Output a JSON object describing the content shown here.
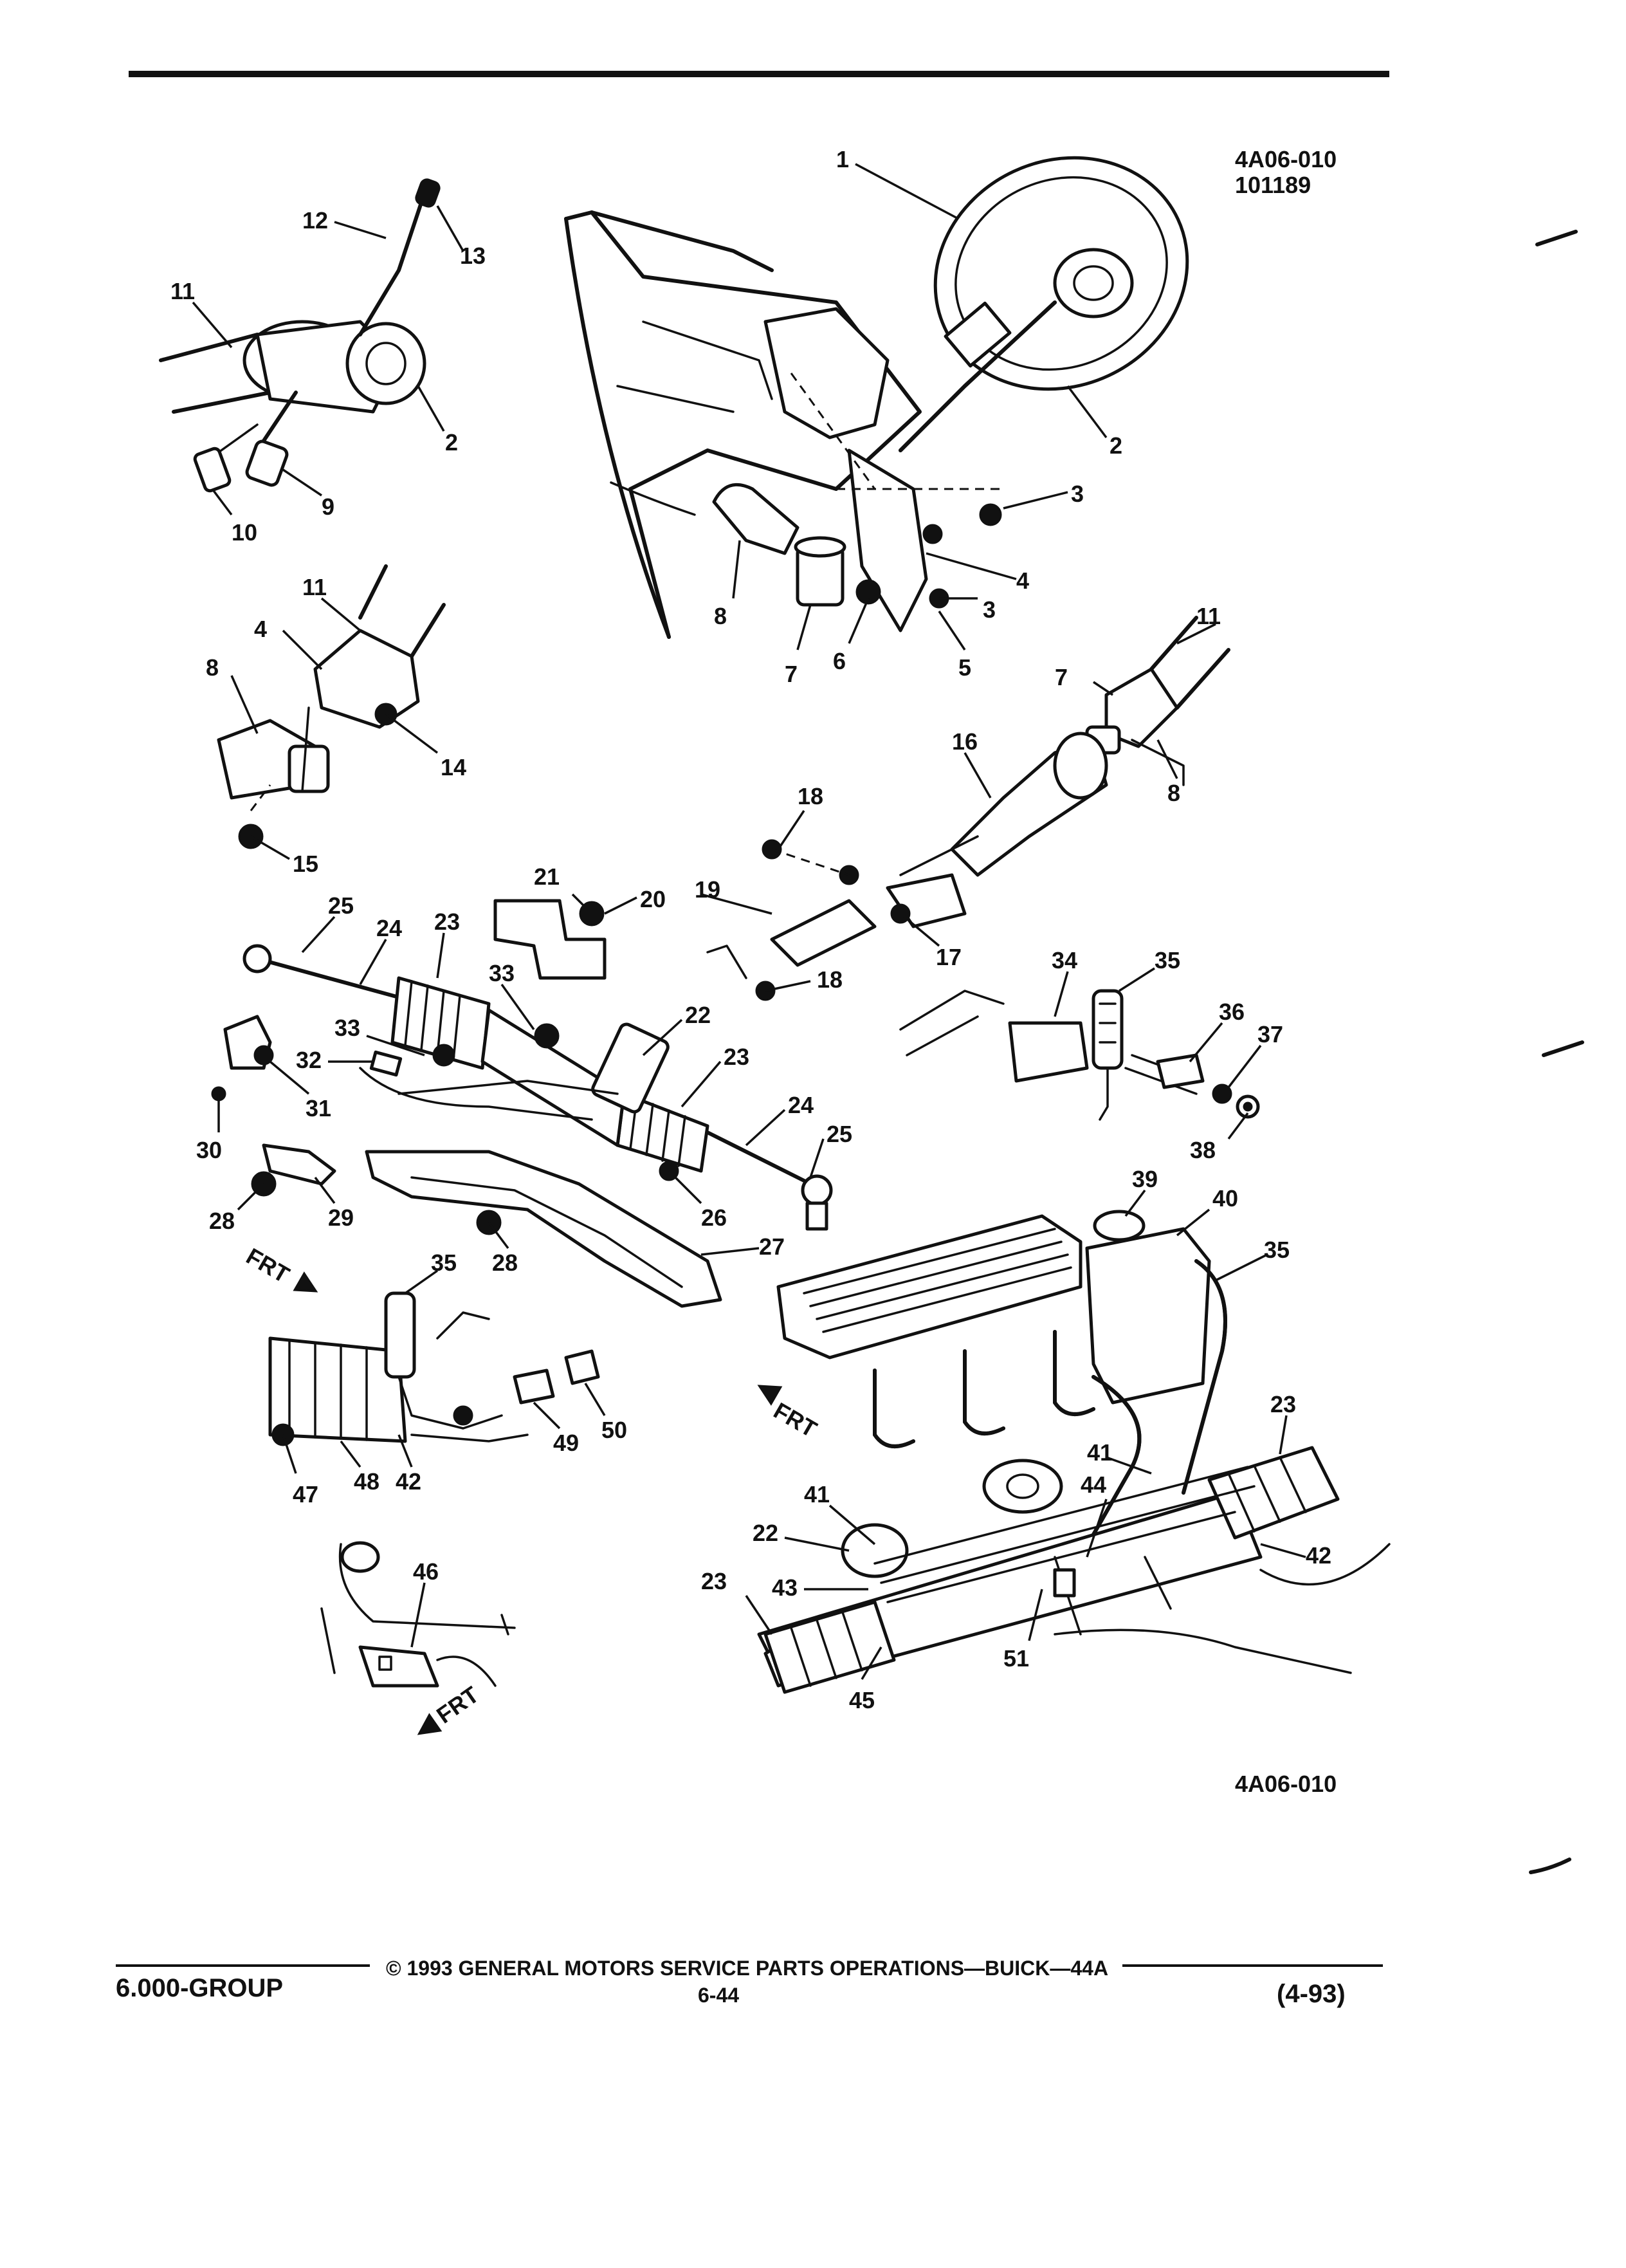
{
  "figure": {
    "code": "4A06-010",
    "date_code": "101189",
    "bottom_code": "4A06-010"
  },
  "direction_labels": {
    "front": "FRT"
  },
  "callouts": {
    "c1": "1",
    "c2a": "2",
    "c2b": "2",
    "c3a": "3",
    "c3b": "3",
    "c4a": "4",
    "c4b": "4",
    "c5": "5",
    "c6": "6",
    "c7a": "7",
    "c7b": "7",
    "c8a": "8",
    "c8b": "8",
    "c8c": "8",
    "c9": "9",
    "c10": "10",
    "c11a": "11",
    "c11b": "11",
    "c11c": "11",
    "c12": "12",
    "c13": "13",
    "c14": "14",
    "c15": "15",
    "c16": "16",
    "c17": "17",
    "c18a": "18",
    "c18b": "18",
    "c19": "19",
    "c20": "20",
    "c21": "21",
    "c22a": "22",
    "c22b": "22",
    "c23a": "23",
    "c23b": "23",
    "c23c": "23",
    "c23d": "23",
    "c24a": "24",
    "c24b": "24",
    "c25a": "25",
    "c25b": "25",
    "c26": "26",
    "c27": "27",
    "c28a": "28",
    "c28b": "28",
    "c29": "29",
    "c30": "30",
    "c31": "31",
    "c32": "32",
    "c33a": "33",
    "c33b": "33",
    "c34": "34",
    "c35a": "35",
    "c35b": "35",
    "c35c": "35",
    "c36": "36",
    "c37": "37",
    "c38": "38",
    "c39": "39",
    "c40": "40",
    "c41a": "41",
    "c41b": "41",
    "c42a": "42",
    "c42b": "42",
    "c43": "43",
    "c44": "44",
    "c45": "45",
    "c46": "46",
    "c47": "47",
    "c48": "48",
    "c49": "49",
    "c50": "50",
    "c51": "51"
  },
  "footer": {
    "section": "6.000-GROUP",
    "copyright": "© 1993 GENERAL MOTORS SERVICE PARTS OPERATIONS—BUICK—44A",
    "page_number": "6-44",
    "revision": "(4-93)"
  }
}
